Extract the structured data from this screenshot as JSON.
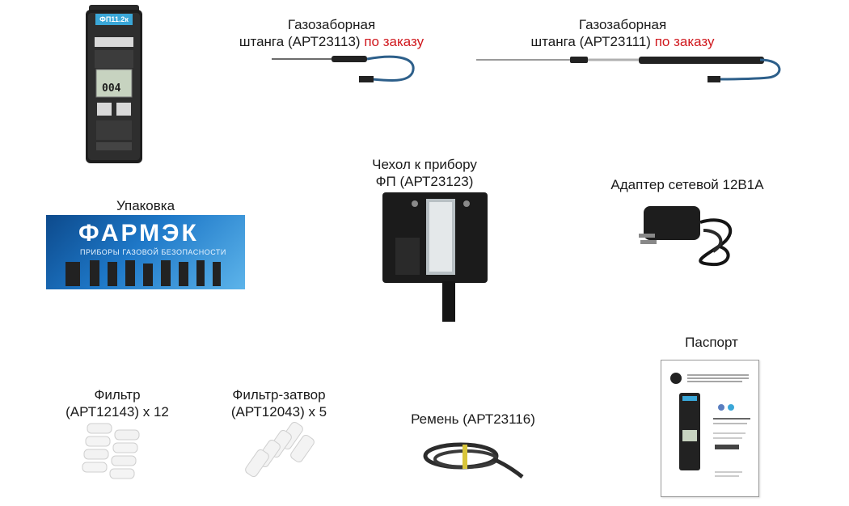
{
  "labels": {
    "probe1_line1": "Газозаборная",
    "probe1_line2": "штанга (АРТ23113)",
    "probe1_order": "по заказу",
    "probe2_line1": "Газозаборная",
    "probe2_line2": "штанга (АРТ23111)",
    "probe2_order": "по заказу",
    "case_line1": "Чехол к прибору",
    "case_line2": "ФП (АРТ23123)",
    "adapter": "Адаптер сетевой 12В1А",
    "packaging": "Упаковка",
    "passport": "Паспорт",
    "filter_line1": "Фильтр",
    "filter_line2": "(АРТ12143)  х 12",
    "filter_shutter_line1": "Фильтр-затвор",
    "filter_shutter_line2": "(АРТ12043) х 5",
    "strap": "Ремень (АРТ23116)"
  },
  "device": {
    "model": "ФП11.2к",
    "display_value": "004"
  },
  "packaging_box": {
    "brand": "ФАРМЭК",
    "tagline": "ПРИБОРЫ ГАЗОВОЙ БЕЗОПАСНОСТИ"
  },
  "colors": {
    "order_red": "#d0181e",
    "brand_blue": "#1e78c8"
  }
}
